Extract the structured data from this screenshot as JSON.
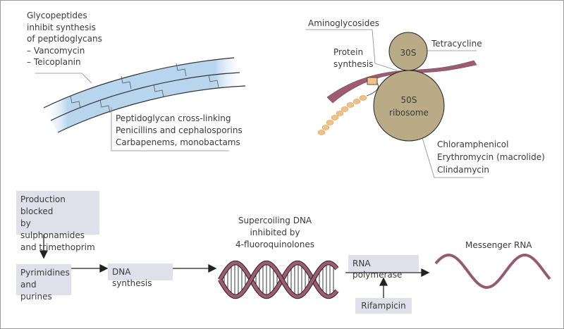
{
  "cell_wall": {
    "glyco_label": [
      "Glycopeptides",
      "inhibit synthesis",
      "of peptidoglycans",
      "– Vancomycin",
      "– Teicoplanin"
    ],
    "crosslink_label": [
      "Peptidoglycan cross-linking",
      "Penicillins and cephalosporins",
      "Carbapenems, monobactams"
    ]
  },
  "ribosome": {
    "aminoglycosides": "Aminoglycosides",
    "protein_synthesis": [
      "Protein",
      "synthesis"
    ],
    "small_subunit": "30S",
    "tetracycline": "Tetracycline",
    "large_subunit": [
      "50S",
      "ribosome"
    ],
    "macrolide_label": [
      "Chloramphenicol",
      "Erythromycin (macrolide)",
      "Clindamycin"
    ]
  },
  "pathway": {
    "production_box": [
      "Production blocked",
      "by sulphonamides",
      "and trimethoprim"
    ],
    "pyrimidines_box": [
      "Pyrimidines",
      "and purines"
    ],
    "dna_synthesis_box": "DNA synthesis",
    "supercoiling_label": [
      "Supercoiling DNA",
      "inhibited by",
      "4-fluoroquinolones"
    ],
    "rna_polymerase_box": "RNA polymerase",
    "rifampicin_box": "Rifampicin",
    "mrna_label": "Messenger RNA"
  },
  "colors": {
    "membrane_blue": "#b7d6ee",
    "ribosome_tan": "#b8ab86",
    "rna_strand": "#a05a72",
    "amino_chain": "#f3c182",
    "box_fill": "#e0e0ea"
  }
}
